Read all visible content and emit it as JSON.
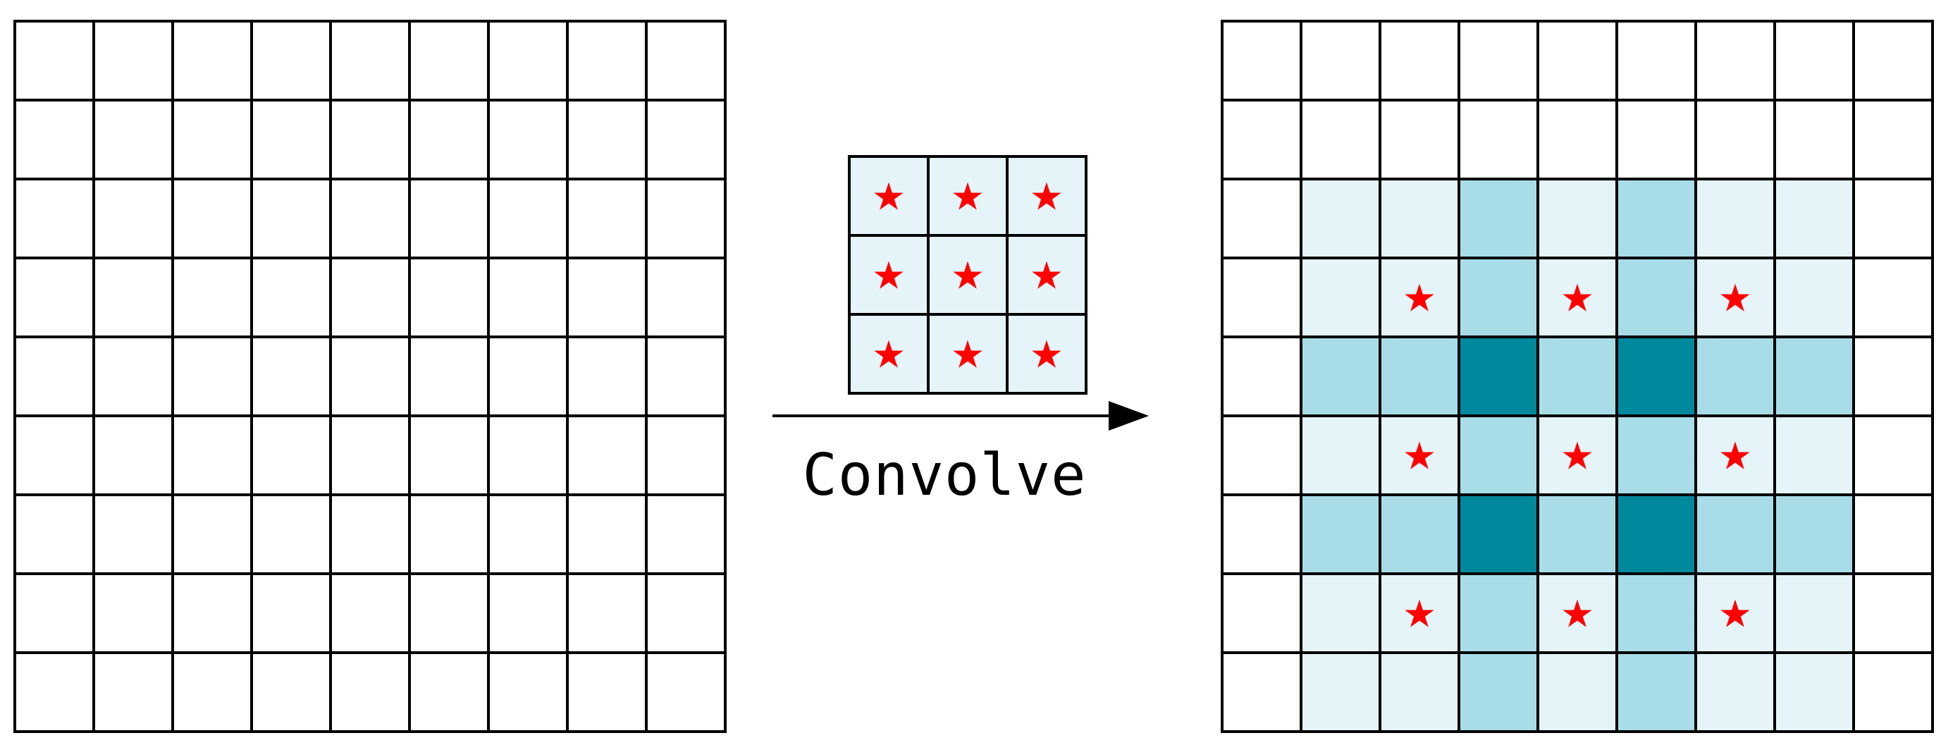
{
  "caption": "Convolve",
  "star_glyph": "★",
  "input_grid": {
    "rows": 9,
    "cols": 9
  },
  "kernel": {
    "rows": 3,
    "cols": 3,
    "stars": [
      [
        0,
        0
      ],
      [
        0,
        1
      ],
      [
        0,
        2
      ],
      [
        1,
        0
      ],
      [
        1,
        1
      ],
      [
        1,
        2
      ],
      [
        2,
        0
      ],
      [
        2,
        1
      ],
      [
        2,
        2
      ]
    ]
  },
  "output_grid": {
    "rows": 9,
    "cols": 9,
    "coverage": [
      [
        0,
        0,
        0,
        0,
        0,
        0,
        0,
        0,
        0
      ],
      [
        0,
        0,
        0,
        0,
        0,
        0,
        0,
        0,
        0
      ],
      [
        0,
        1,
        1,
        2,
        1,
        2,
        1,
        1,
        0
      ],
      [
        0,
        1,
        1,
        2,
        1,
        2,
        1,
        1,
        0
      ],
      [
        0,
        2,
        2,
        4,
        2,
        4,
        2,
        2,
        0
      ],
      [
        0,
        1,
        1,
        2,
        1,
        2,
        1,
        1,
        0
      ],
      [
        0,
        2,
        2,
        4,
        2,
        4,
        2,
        2,
        0
      ],
      [
        0,
        1,
        1,
        2,
        1,
        2,
        1,
        1,
        0
      ],
      [
        0,
        1,
        1,
        2,
        1,
        2,
        1,
        1,
        0
      ]
    ],
    "stars": [
      [
        3,
        2
      ],
      [
        3,
        4
      ],
      [
        3,
        6
      ],
      [
        5,
        2
      ],
      [
        5,
        4
      ],
      [
        5,
        6
      ],
      [
        7,
        2
      ],
      [
        7,
        4
      ],
      [
        7,
        6
      ]
    ]
  },
  "colors": {
    "line": "#000000",
    "star": "#ff0000",
    "empty": "#ffffff",
    "light": "#e5f4f8",
    "medium": "#a8dde8",
    "dark": "#00899c"
  }
}
